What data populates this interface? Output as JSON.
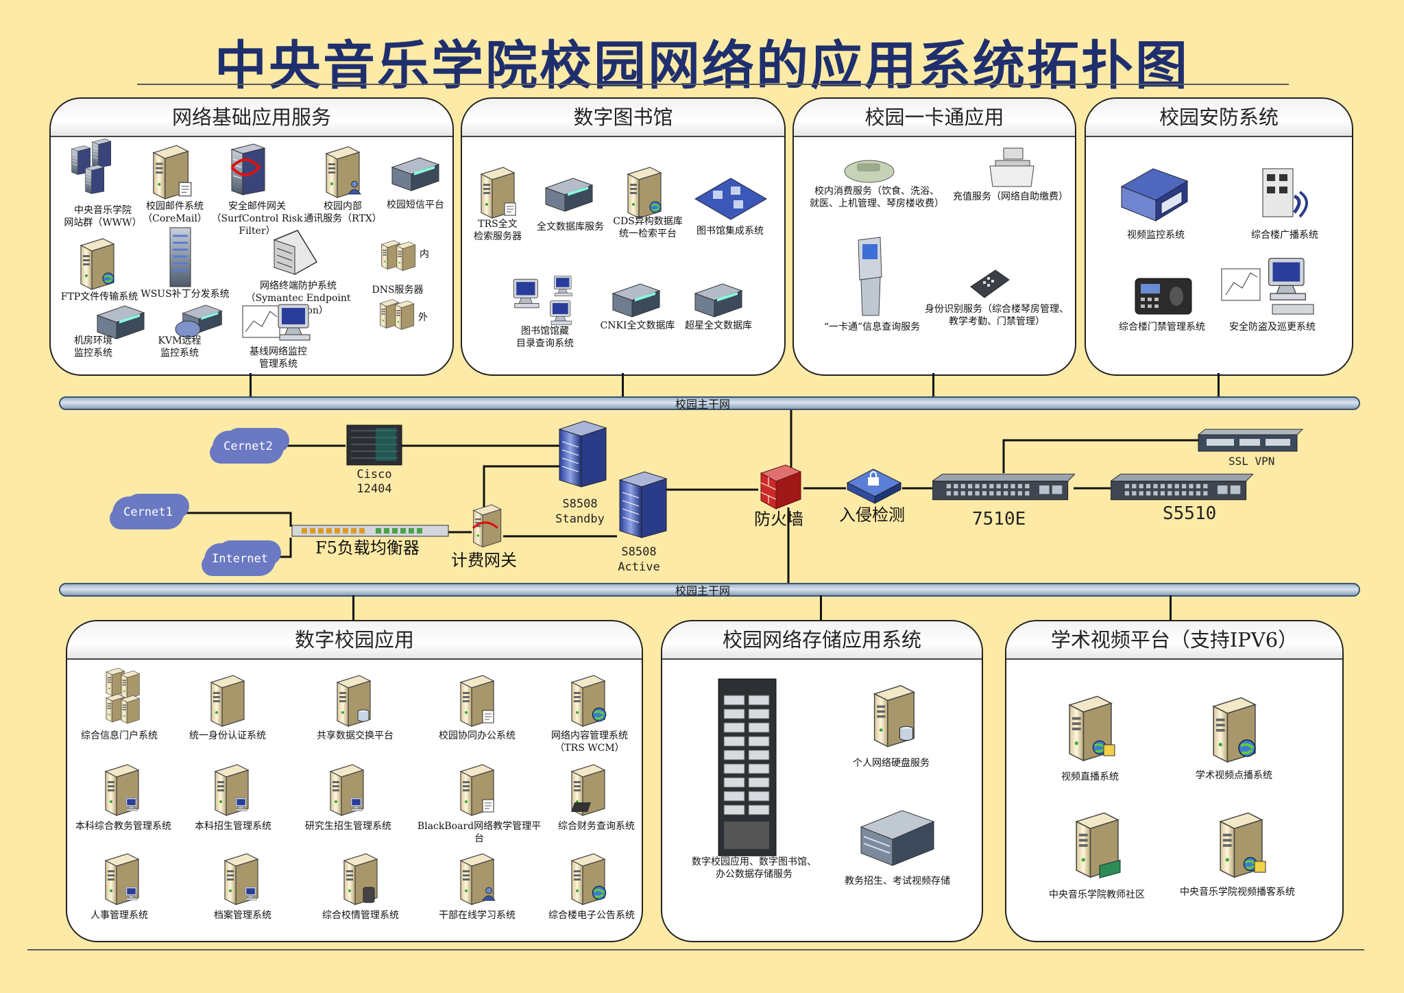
{
  "title": "中央音乐学院校园网络的应用系统拓扑图",
  "panels": {
    "network_services": {
      "title": "网络基础应用服务",
      "items": [
        "中央音乐学院\n网站群（WWW）",
        "校园邮件系统\n（CoreMail）",
        "安全邮件网关\n（SurfControl Risk Filter）",
        "校园内部\n通讯服务（RTX）",
        "校园短信平台",
        "FTP文件传输系统",
        "WSUS补丁分发系统",
        "网络终端防护系统\n（Symantec Endpoint Protection）",
        "DNS服务器",
        "机房环境\n监控系统",
        "KVM远程\n监控系统",
        "基线网络监控\n管理系统"
      ],
      "dns_inner": "内",
      "dns_outer": "外"
    },
    "digital_library": {
      "title": "数字图书馆",
      "items": [
        "TRS全文\n检索服务器",
        "全文数据库服务",
        "CDS异构数据库\n统一检索平台",
        "图书馆集成系统",
        "图书馆馆藏\n目录查询系统",
        "CNKI全文数据库",
        "超星全文数据库"
      ]
    },
    "campus_card": {
      "title": "校园一卡通应用",
      "items": [
        "校内消费服务（饮食、洗浴、\n就医、上机管理、琴房楼收费）",
        "充值服务（网络自助缴费）",
        "“一卡通”信息查询服务",
        "身份识别服务（综合楼琴房管理、\n教学考勤、门禁管理）"
      ]
    },
    "security": {
      "title": "校园安防系统",
      "items": [
        "视频监控系统",
        "综合楼广播系统",
        "综合楼门禁管理系统",
        "安全防盗及巡更系统"
      ]
    },
    "digital_campus": {
      "title": "数字校园应用",
      "items": [
        "综合信息门户系统",
        "统一身份认证系统",
        "共享数据交换平台",
        "校园协同办公系统",
        "网络内容管理系统\n（TRS WCM）",
        "本科综合教务管理系统",
        "本科招生管理系统",
        "研究生招生管理系统",
        "BlackBoard网络教学管理平台",
        "综合财务查询系统",
        "人事管理系统",
        "档案管理系统",
        "综合校情管理系统",
        "干部在线学习系统",
        "综合楼电子公告系统"
      ]
    },
    "storage": {
      "title": "校园网络存储应用系统",
      "items": [
        "个人网络硬盘服务",
        "数字校园应用、数字图书馆、\n办公数据存储服务",
        "教务招生、考试视频存储"
      ]
    },
    "video": {
      "title": "学术视频平台（支持IPV6）",
      "items": [
        "视频直播系统",
        "学术视频点播系统",
        "中央音乐学院教师社区",
        "中央音乐学院视频播客系统"
      ]
    }
  },
  "backbone": {
    "top_label": "校园主干网",
    "bottom_label": "校园主干网"
  },
  "core": {
    "cernet2": "Cernet2",
    "cernet1": "Cernet1",
    "internet": "Internet",
    "cisco": "Cisco\n12404",
    "f5": "F5负载均衡器",
    "billing": "计费网关",
    "s8508_standby": "S8508\nStandby",
    "s8508_active": "S8508\nActive",
    "firewall": "防火墙",
    "ids": "入侵检测",
    "sw_7510e": "7510E",
    "sw_s5510": "S5510",
    "ssl_vpn": "SSL  VPN"
  },
  "colors": {
    "background": "#fdeaa6",
    "title": "#1f2f6e",
    "cloud": "#6a79c2",
    "bus": "#9fb4ca"
  }
}
